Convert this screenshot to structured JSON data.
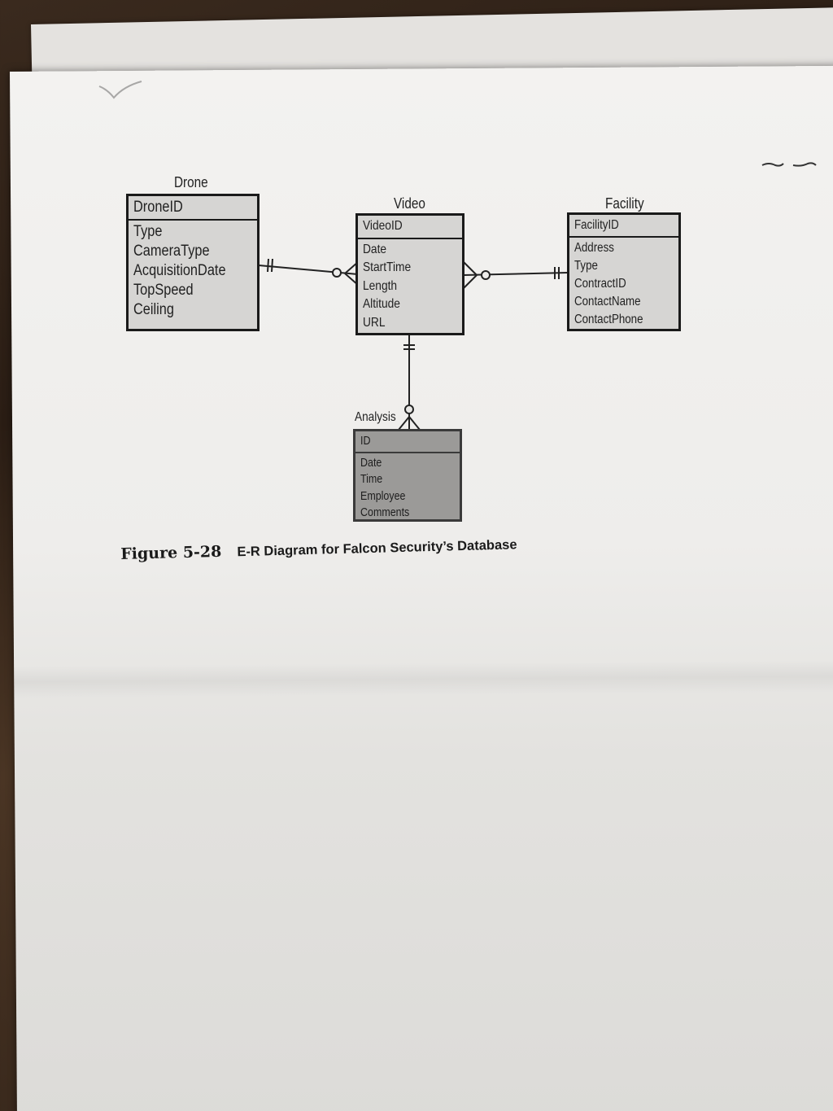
{
  "entities": {
    "drone": {
      "name": "Drone",
      "key": "DroneID",
      "attributes": [
        "Type",
        "CameraType",
        "AcquisitionDate",
        "TopSpeed",
        "Ceiling"
      ]
    },
    "video": {
      "name": "Video",
      "key": "VideoID",
      "attributes": [
        "Date",
        "StartTime",
        "Length",
        "Altitude",
        "URL"
      ]
    },
    "facility": {
      "name": "Facility",
      "key": "FacilityID",
      "attributes": [
        "Address",
        "Type",
        "ContractID",
        "ContactName",
        "ContactPhone"
      ]
    },
    "analysis": {
      "name": "Analysis",
      "key": "ID",
      "attributes": [
        "Date",
        "Time",
        "Employee",
        "Comments"
      ]
    }
  },
  "relationships": [
    {
      "from": "Drone",
      "to": "Video",
      "from_side": "mandatory-one",
      "to_side": "optional-many"
    },
    {
      "from": "Video",
      "to": "Facility",
      "from_side": "optional-many",
      "to_side": "mandatory-one"
    },
    {
      "from": "Video",
      "to": "Analysis",
      "from_side": "mandatory-one",
      "to_side": "optional-many"
    }
  ],
  "caption": {
    "figure": "Figure 5-28",
    "title": "E-R Diagram for Falcon Security’s Database"
  },
  "colors": {
    "paper": "#efeeec",
    "ink": "#1a1a1a",
    "entity_fill": "#d6d5d3",
    "analysis_fill": "#9b9a98",
    "table_surface": "#3a2a1e"
  }
}
